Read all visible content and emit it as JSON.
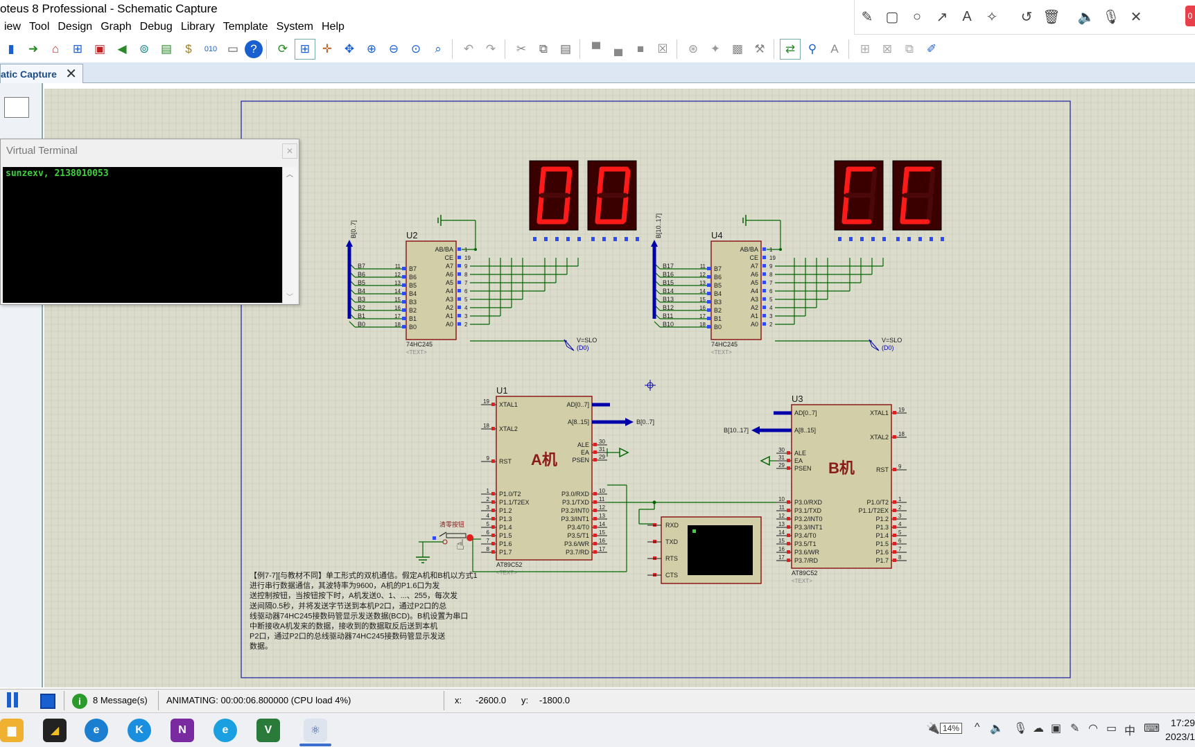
{
  "window": {
    "title": "oteus 8 Professional - Schematic Capture"
  },
  "menu": [
    "iew",
    "Tool",
    "Design",
    "Graph",
    "Debug",
    "Library",
    "Template",
    "System",
    "Help"
  ],
  "tab": {
    "label": "atic Capture"
  },
  "annotation_badge": "0",
  "virtual_terminal": {
    "title": "Virtual Terminal",
    "output": "sunzexv, 2138010053"
  },
  "schematic": {
    "u2": {
      "ref": "U2",
      "part": "74HC245",
      "text": "<TEXT>",
      "bus": "B[0..7]",
      "probe": "V=SLO",
      "probe2": "(D0)",
      "left_pins": [
        {
          "net": "B7",
          "num": "11",
          "name": "B7"
        },
        {
          "net": "B6",
          "num": "12",
          "name": "B6"
        },
        {
          "net": "B5",
          "num": "13",
          "name": "B5"
        },
        {
          "net": "B4",
          "num": "14",
          "name": "B4"
        },
        {
          "net": "B3",
          "num": "15",
          "name": "B3"
        },
        {
          "net": "B2",
          "num": "16",
          "name": "B2"
        },
        {
          "net": "B1",
          "num": "17",
          "name": "B1"
        },
        {
          "net": "B0",
          "num": "18",
          "name": "B0"
        }
      ]
    },
    "u4": {
      "ref": "U4",
      "part": "74HC245",
      "text": "<TEXT>",
      "bus": "B[10..17]",
      "probe": "V=SLO",
      "probe2": "(D0)",
      "left_pins": [
        {
          "net": "B17",
          "num": "11",
          "name": "B7"
        },
        {
          "net": "B16",
          "num": "12",
          "name": "B6"
        },
        {
          "net": "B15",
          "num": "13",
          "name": "B5"
        },
        {
          "net": "B14",
          "num": "14",
          "name": "B4"
        },
        {
          "net": "B13",
          "num": "15",
          "name": "B3"
        },
        {
          "net": "B12",
          "num": "16",
          "name": "B2"
        },
        {
          "net": "B11",
          "num": "17",
          "name": "B1"
        },
        {
          "net": "B10",
          "num": "18",
          "name": "B0"
        }
      ]
    },
    "buffer_right_pins": [
      {
        "name": "AB/BA",
        "num": "1"
      },
      {
        "name": "CE",
        "num": "19"
      },
      {
        "name": "A7",
        "num": "9"
      },
      {
        "name": "A6",
        "num": "8"
      },
      {
        "name": "A5",
        "num": "7"
      },
      {
        "name": "A4",
        "num": "6"
      },
      {
        "name": "A3",
        "num": "5"
      },
      {
        "name": "A2",
        "num": "4"
      },
      {
        "name": "A1",
        "num": "3"
      },
      {
        "name": "A0",
        "num": "2"
      }
    ],
    "u1": {
      "ref": "U1",
      "label": "A机",
      "part": "AT89C52",
      "text": "<TEXT>",
      "left": [
        {
          "num": "19",
          "name": "XTAL1"
        },
        {
          "num": "18",
          "name": "XTAL2"
        },
        {
          "num": "9",
          "name": "RST"
        },
        {
          "num": "1",
          "name": "P1.0/T2"
        },
        {
          "num": "2",
          "name": "P1.1/T2EX"
        },
        {
          "num": "3",
          "name": "P1.2"
        },
        {
          "num": "4",
          "name": "P1.3"
        },
        {
          "num": "5",
          "name": "P1.4"
        },
        {
          "num": "6",
          "name": "P1.5"
        },
        {
          "num": "7",
          "name": "P1.6"
        },
        {
          "num": "8",
          "name": "P1.7"
        }
      ],
      "right": [
        {
          "num": "",
          "name": "AD[0..7]"
        },
        {
          "num": "",
          "name": "A[8..15]"
        },
        {
          "num": "30",
          "name": "ALE"
        },
        {
          "num": "31",
          "name": "EA"
        },
        {
          "num": "29",
          "name": "PSEN"
        },
        {
          "num": "10",
          "name": "P3.0/RXD"
        },
        {
          "num": "11",
          "name": "P3.1/TXD"
        },
        {
          "num": "12",
          "name": "P3.2/INT0"
        },
        {
          "num": "13",
          "name": "P3.3/INT1"
        },
        {
          "num": "14",
          "name": "P3.4/T0"
        },
        {
          "num": "15",
          "name": "P3.5/T1"
        },
        {
          "num": "16",
          "name": "P3.6/WR"
        },
        {
          "num": "17",
          "name": "P3.7/RD"
        }
      ],
      "bus_out": "B[0..7]"
    },
    "u3": {
      "ref": "U3",
      "label": "B机",
      "part": "AT89C52",
      "text": "<TEXT>",
      "left": [
        {
          "num": "",
          "name": "AD[0..7]"
        },
        {
          "num": "",
          "name": "A[8..15]"
        },
        {
          "num": "30",
          "name": "ALE"
        },
        {
          "num": "31",
          "name": "EA"
        },
        {
          "num": "29",
          "name": "PSEN"
        },
        {
          "num": "10",
          "name": "P3.0/RXD"
        },
        {
          "num": "11",
          "name": "P3.1/TXD"
        },
        {
          "num": "12",
          "name": "P3.2/INT0"
        },
        {
          "num": "13",
          "name": "P3.3/INT1"
        },
        {
          "num": "14",
          "name": "P3.4/T0"
        },
        {
          "num": "15",
          "name": "P3.5/T1"
        },
        {
          "num": "16",
          "name": "P3.6/WR"
        },
        {
          "num": "17",
          "name": "P3.7/RD"
        }
      ],
      "right": [
        {
          "num": "19",
          "name": "XTAL1"
        },
        {
          "num": "18",
          "name": "XTAL2"
        },
        {
          "num": "9",
          "name": "RST"
        },
        {
          "num": "1",
          "name": "P1.0/T2"
        },
        {
          "num": "2",
          "name": "P1.1/T2EX"
        },
        {
          "num": "3",
          "name": "P1.2"
        },
        {
          "num": "4",
          "name": "P1.3"
        },
        {
          "num": "5",
          "name": "P1.4"
        },
        {
          "num": "6",
          "name": "P1.5"
        },
        {
          "num": "7",
          "name": "P1.6"
        },
        {
          "num": "8",
          "name": "P1.7"
        }
      ],
      "bus_in": "B[10..17]"
    },
    "terminal_pins": [
      "RXD",
      "TXD",
      "RTS",
      "CTS"
    ],
    "button_label": "清零按钮",
    "displays": {
      "left": [
        "0",
        "0"
      ],
      "right": [
        "C",
        "C"
      ]
    },
    "description": [
      "【例7-7][与教材不同】单工形式的双机通信。假定A机和B机以方式1",
      "进行串行数据通信，其波特率为9600，A机的P1.6口为发",
      "送控制按钮，当按钮按下时，A机发送0、1、...、255，每次发",
      "送间隔0.5秒，并将发送字节送到本机P2口，通过P2口的总",
      "线驱动器74HC245接数码管显示发送数据(BCD)。B机设置为串口",
      "中断接收A机发来的数据，接收到的数据取反后送到本机",
      "P2口，通过P2口的总线驱动器74HC245接数码管显示发送",
      "数据。"
    ]
  },
  "status": {
    "messages": "8 Message(s)",
    "animating": "ANIMATING: 00:00:06.800000 (CPU load 4%)",
    "x_label": "x:",
    "x_value": "-2600.0",
    "y_label": "y:",
    "y_value": "-1800.0"
  },
  "taskbar": {
    "battery": "14%",
    "ime": "中",
    "time": "17:29",
    "date": "2023/1"
  },
  "colors": {
    "canvas_bg": "#dcdccc",
    "grid": "#c8c8b8",
    "wire": "#006400",
    "bus": "#0000aa",
    "chip_fill": "#d2cfa8",
    "chip_border": "#8b1a1a",
    "seg_on": "#ff1a1a",
    "seg_off": "#4a0808",
    "seg_bg": "#3a0000",
    "text_dark": "#1a1a1a",
    "label_red": "#8b1a1a",
    "frame": "#1a1aa0"
  }
}
